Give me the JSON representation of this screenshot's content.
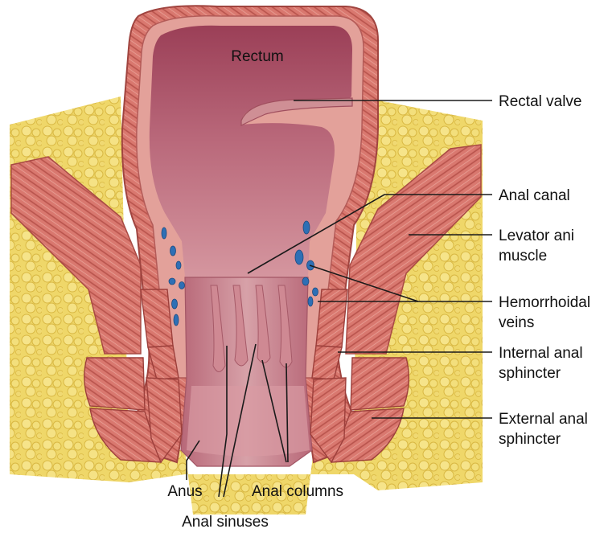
{
  "figure": {
    "labels": {
      "rectum": "Rectum",
      "rectal_valve": "Rectal valve",
      "anal_canal": "Anal canal",
      "levator_line1": "Levator ani",
      "levator_line2": "muscle",
      "hemorrhoidal_line1": "Hemorrhoidal",
      "hemorrhoidal_line2": "veins",
      "internal_line1": "Internal anal",
      "internal_line2": "sphincter",
      "external_line1": "External anal",
      "external_line2": "sphincter",
      "anus": "Anus",
      "anal_columns": "Anal columns",
      "anal_sinuses": "Anal sinuses"
    },
    "colors": {
      "fat": "#efd769",
      "fat_shade": "#e2c24a",
      "muscle": "#d9786f",
      "muscle_dark": "#b8534c",
      "mucosa": "#c27b86",
      "mucosa_dark": "#9f4d5c",
      "lumen": "#b55a6c",
      "vein": "#2e6fb5",
      "leader": "#1a1a1a"
    }
  }
}
